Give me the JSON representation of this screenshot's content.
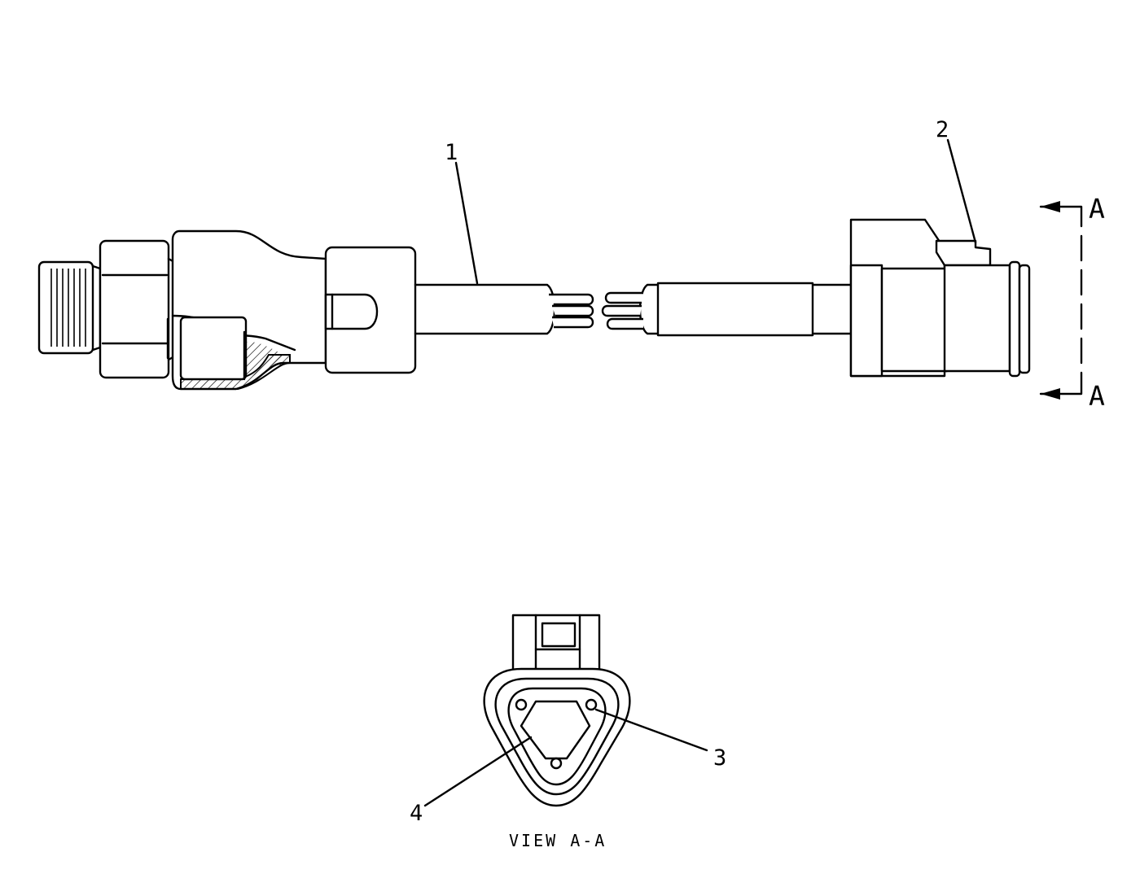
{
  "callouts": {
    "c1": "1",
    "c2": "2",
    "c3": "3",
    "c4": "4"
  },
  "section_marker": {
    "top": "A",
    "bottom": "A"
  },
  "view_caption": "VIEW A-A",
  "colors": {
    "line": "#000000",
    "background": "#ffffff"
  }
}
